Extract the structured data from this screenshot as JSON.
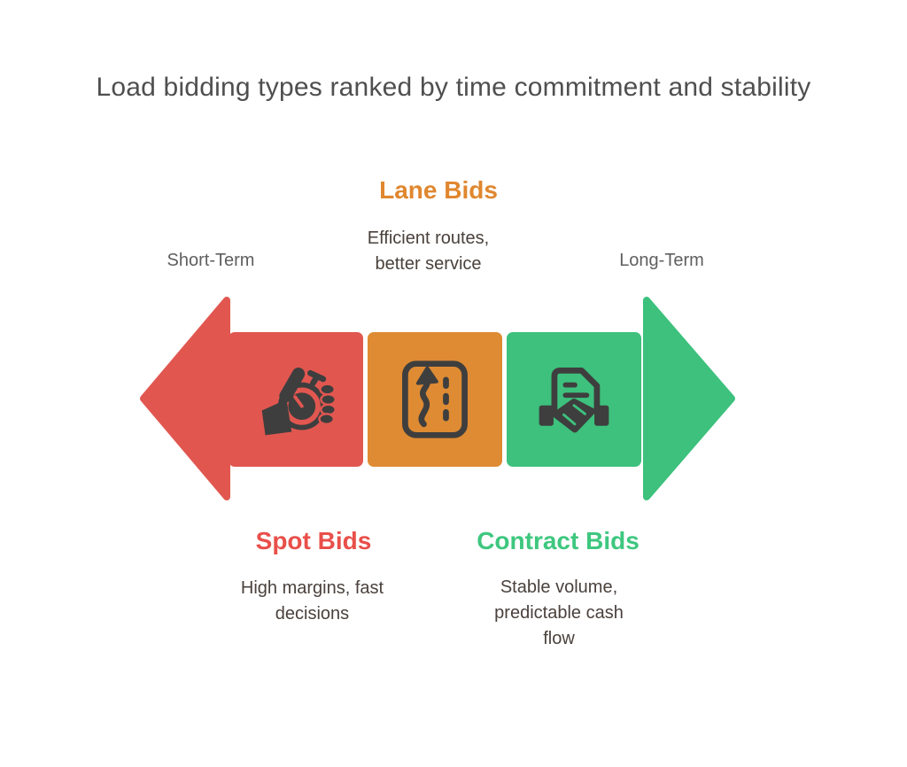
{
  "title": "Load bidding types ranked by time commitment and stability",
  "axis": {
    "left_label": "Short-Term",
    "right_label": "Long-Term"
  },
  "items": [
    {
      "id": "spot",
      "heading": "Spot Bids",
      "description": "High margins, fast decisions",
      "icon": "hand-stopwatch-icon",
      "box_color": "#e15750",
      "heading_color": "#e94f4a",
      "label_position": "below"
    },
    {
      "id": "lane",
      "heading": "Lane Bids",
      "description": "Efficient routes, better service",
      "icon": "route-icon",
      "box_color": "#de8b33",
      "heading_color": "#e0872f",
      "label_position": "above"
    },
    {
      "id": "contract",
      "heading": "Contract Bids",
      "description": "Stable volume, predictable cash flow",
      "icon": "document-handshake-icon",
      "box_color": "#3dc17d",
      "heading_color": "#3ec77f",
      "label_position": "below"
    }
  ],
  "colors": {
    "red": "#e15750",
    "orange": "#de8b33",
    "green": "#3dc17d",
    "red-heading": "#e94f4a",
    "orange-heading": "#e0872f",
    "green-heading": "#3ec77f",
    "title-text": "#4f4f4f",
    "label-text": "#5f5f5f",
    "body-text": "#4a413c",
    "icon": "#3e3e3e",
    "background": "#ffffff"
  }
}
